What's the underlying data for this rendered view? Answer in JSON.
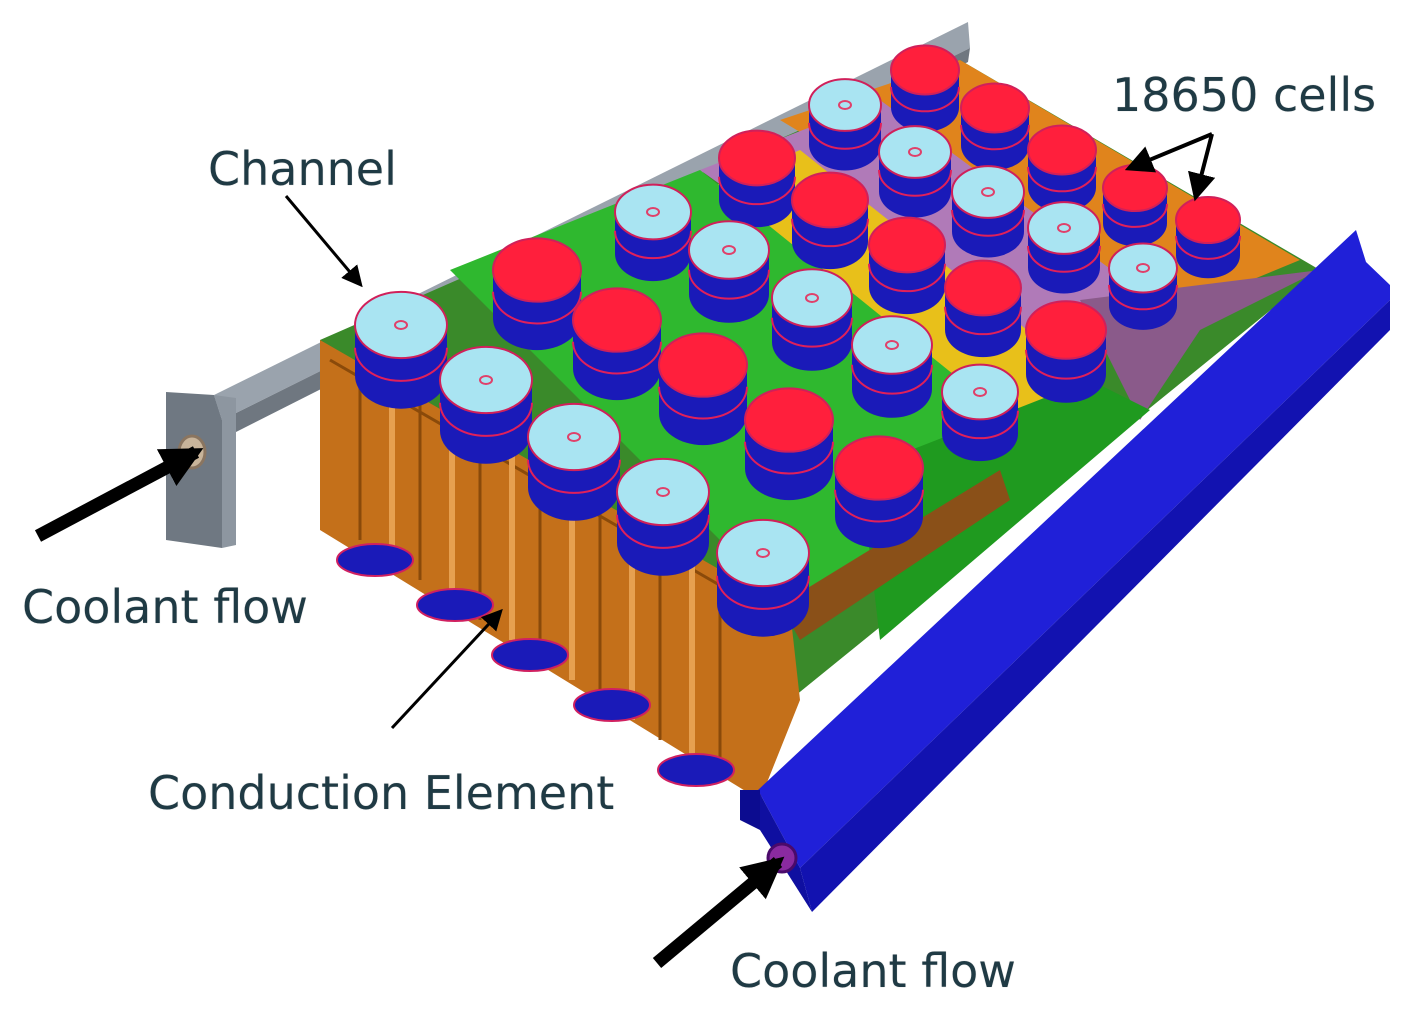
{
  "labels": {
    "channel": "Channel",
    "cells": "18650 cells",
    "coolant_flow_left": "Coolant flow",
    "coolant_flow_right": "Coolant flow",
    "conduction_element": "Conduction Element"
  },
  "colors": {
    "label_text": "#1f3a44",
    "cell_top": "#ff1f3c",
    "cell_top_alt": "#a9e4f2",
    "cell_body": "#1a1ab8",
    "channel_left": "#7f8790",
    "channel_right": "#1818c8",
    "element_orange": "#c46f12",
    "element_green": "#2fb82f",
    "element_yellow": "#e8c01a",
    "element_purple": "#9a5aa0",
    "element_amber": "#f08a1c",
    "arrow": "#000000"
  },
  "icons": {
    "arrow": "black-arrow-icon"
  }
}
